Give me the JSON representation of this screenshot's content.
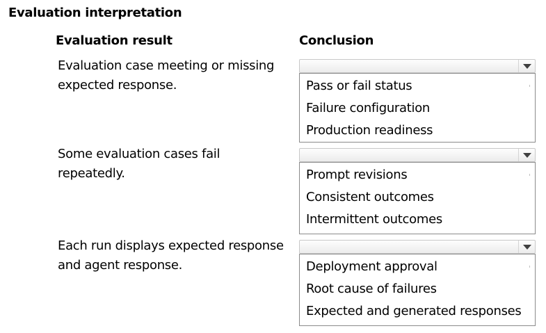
{
  "title": "Evaluation interpretation",
  "headers": {
    "result": "Evaluation result",
    "conclusion": "Conclusion"
  },
  "rows": [
    {
      "result_lines": [
        "Evaluation case meeting or missing",
        "expected response."
      ],
      "selected": "",
      "options": [
        "Pass or fail status",
        "Failure configuration",
        "Production readiness"
      ]
    },
    {
      "result_lines": [
        "Some evaluation cases fail repeatedly."
      ],
      "selected": "",
      "options": [
        "Prompt revisions",
        "Consistent outcomes",
        "Intermittent outcomes"
      ]
    },
    {
      "result_lines": [
        "Each run displays expected response",
        "and agent response."
      ],
      "selected": "",
      "options": [
        "Deployment approval",
        "Root cause of failures",
        "Expected and generated responses"
      ]
    }
  ],
  "icons": {
    "dropdown_arrow": "chevron-down-icon"
  },
  "colors": {
    "text": "#000000",
    "border_dropdown": "#c8c8c8",
    "border_options": "#8a8a8a",
    "arrow": "#404040"
  }
}
